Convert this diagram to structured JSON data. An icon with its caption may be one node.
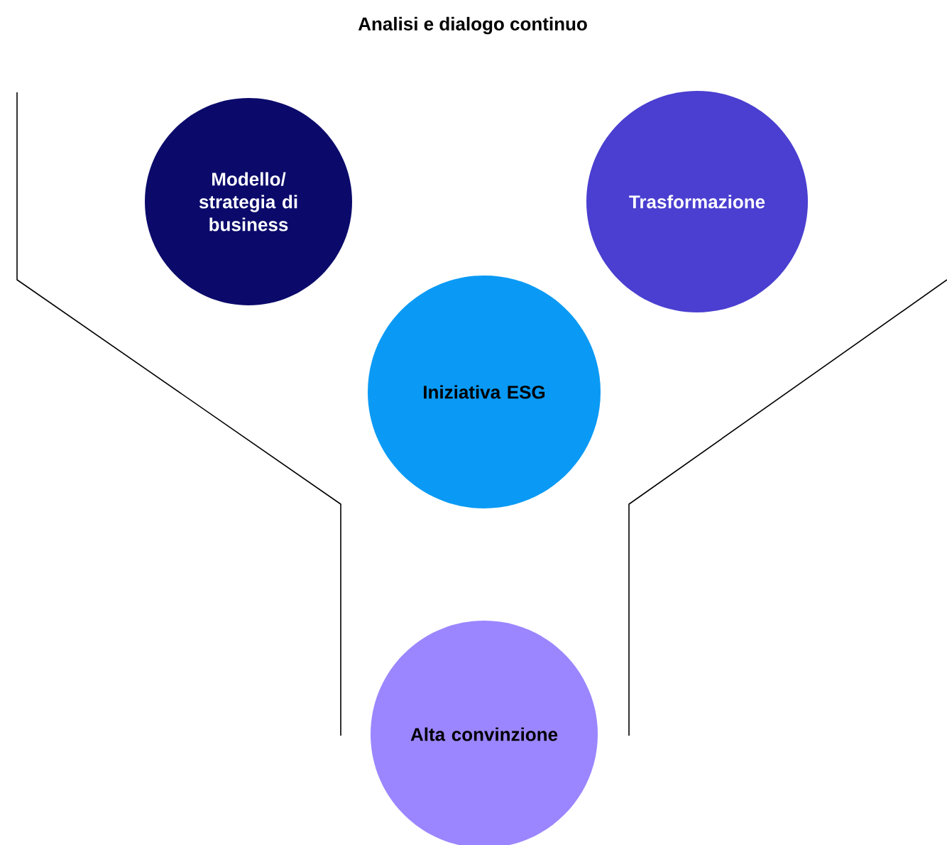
{
  "diagram": {
    "title": "Analisi e dialogo continuo",
    "nodes": [
      {
        "text": [
          "Modello/ strategia di business"
        ]
      },
      {
        "text": [
          "Trasformazione"
        ]
      },
      {
        "text": [
          "Iniziativa ESG"
        ]
      },
      {
        "text": [
          "Alta convinzione"
        ]
      }
    ]
  }
}
